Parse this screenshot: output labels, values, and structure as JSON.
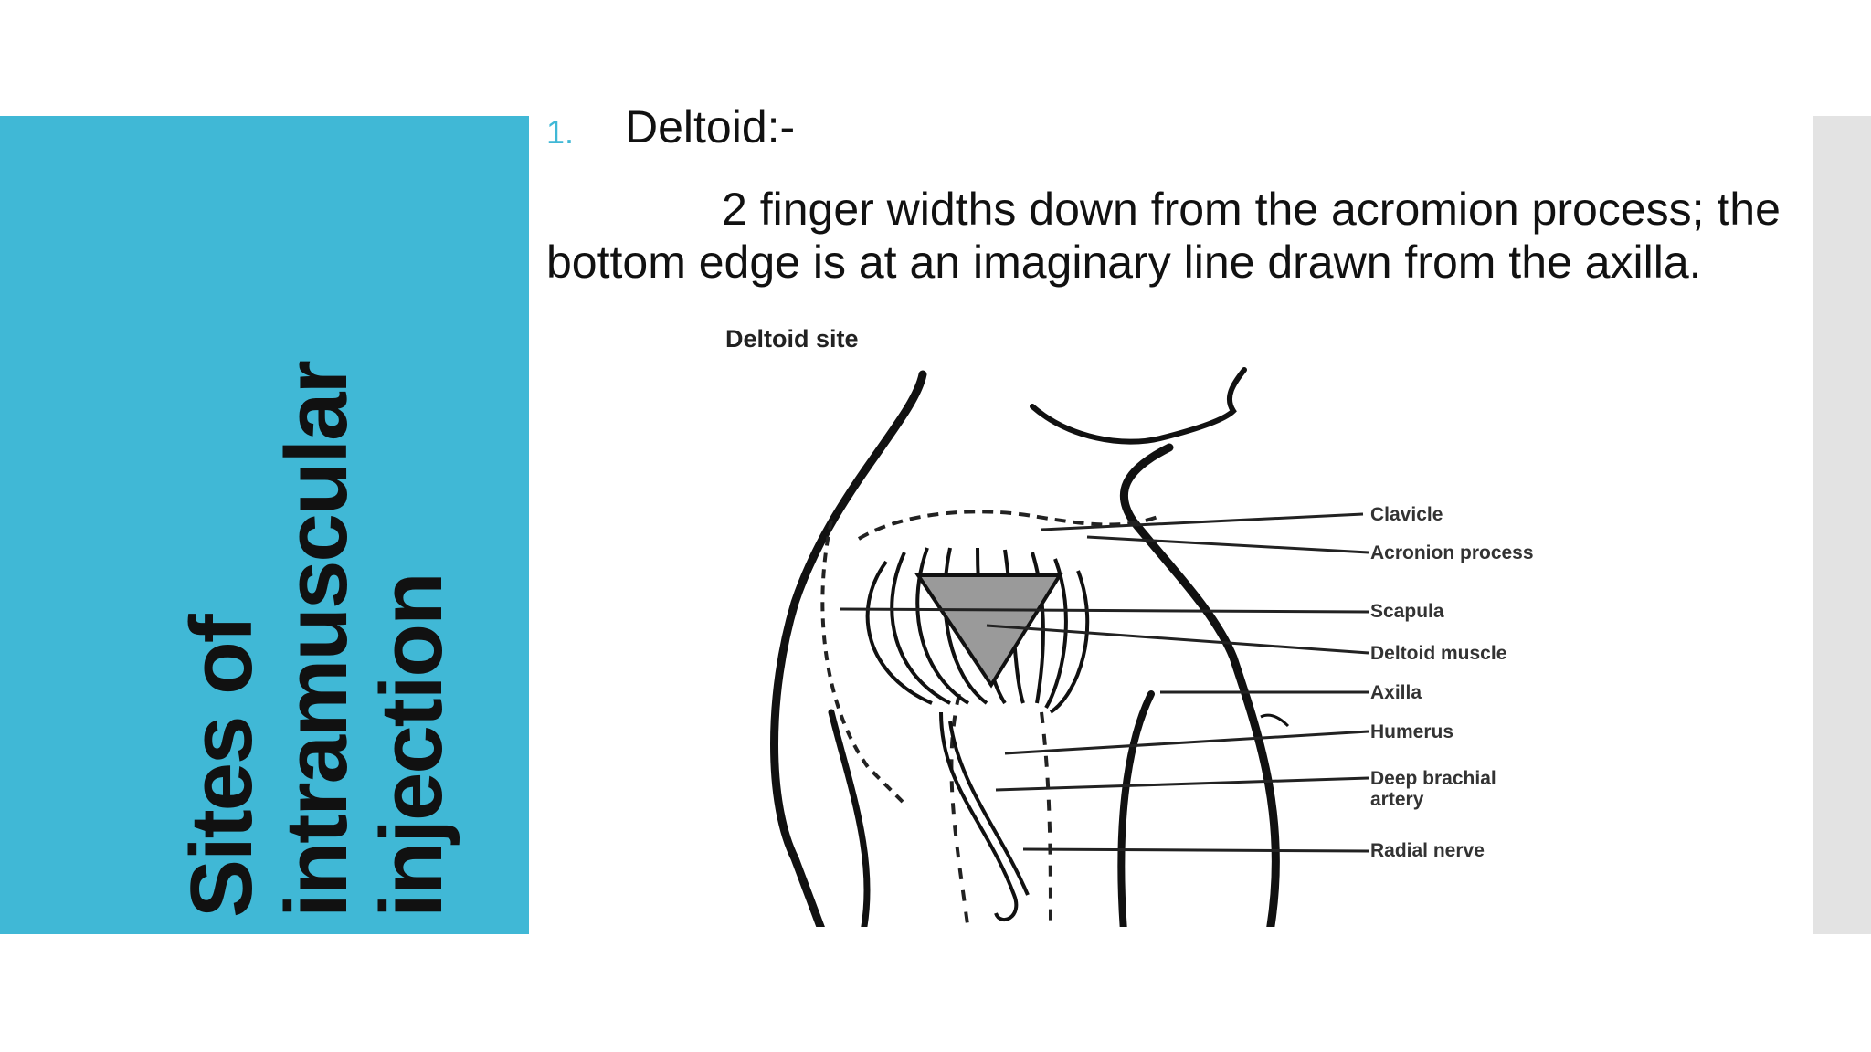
{
  "sidebar": {
    "title": "Sites of intramuscular injection"
  },
  "item": {
    "number": "1.",
    "heading": "Deltoid:-"
  },
  "description": "2 finger widths down from the acromion process; the bottom edge is at an imaginary line drawn from the axilla.",
  "figure": {
    "title": "Deltoid site",
    "labels": {
      "clavicle": "Clavicle",
      "acromion": "Acronion process",
      "scapula": "Scapula",
      "deltoid": "Deltoid muscle",
      "axilla": "Axilla",
      "humerus": "Humerus",
      "artery_1": "Deep brachial",
      "artery_2": "artery",
      "radial": "Radial nerve"
    }
  },
  "colors": {
    "accent": "#40b8d6",
    "right_bar": "#e3e3e3"
  }
}
